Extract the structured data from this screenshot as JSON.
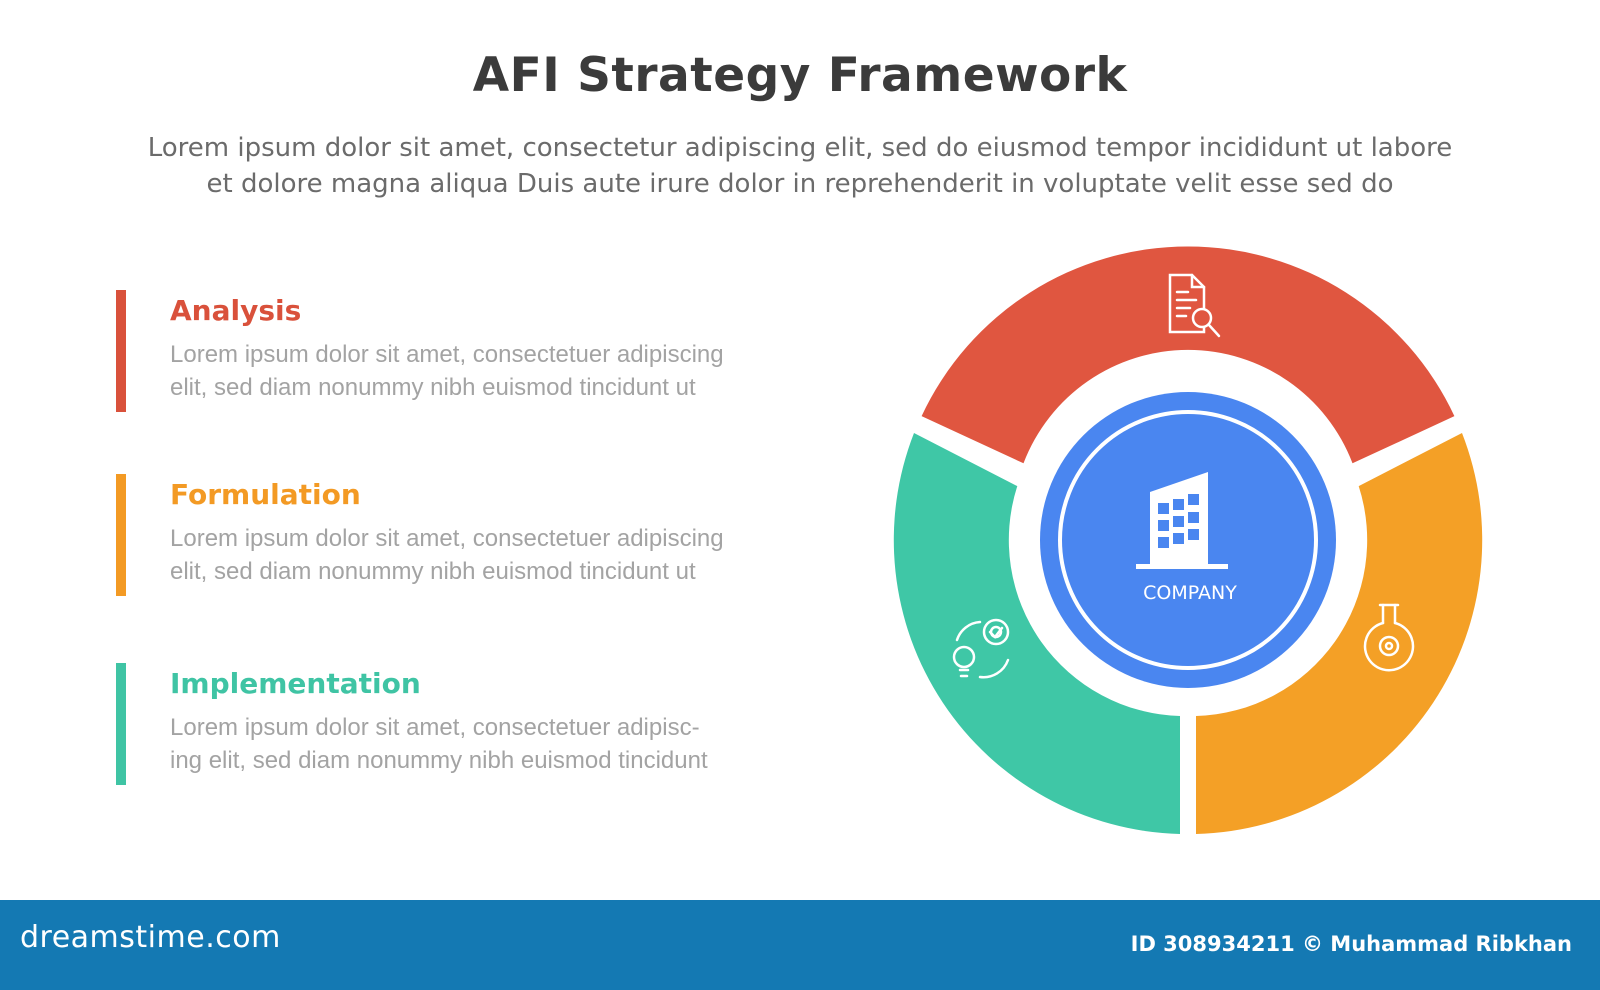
{
  "title": "AFI Strategy Framework",
  "subtitle": {
    "line1": "Lorem ipsum dolor sit amet, consectetur adipiscing elit, sed do eiusmod tempor incididunt ut labore",
    "line2": "et dolore magna aliqua Duis aute irure dolor in reprehenderit in voluptate velit esse sed do"
  },
  "items": [
    {
      "heading": "Analysis",
      "color": "#d9513b",
      "line1": "Lorem ipsum dolor sit amet, consectetuer adipiscing",
      "line2": "elit, sed diam nonummy nibh euismod tincidunt ut"
    },
    {
      "heading": "Formulation",
      "color": "#f39a24",
      "line1": "Lorem ipsum dolor sit amet, consectetuer adipiscing",
      "line2": "elit, sed diam nonummy nibh euismod tincidunt ut"
    },
    {
      "heading": "Implementation",
      "color": "#3fc4a4",
      "line1": "Lorem ipsum dolor sit amet, consectetuer adipisc-",
      "line2": "ing elit, sed diam nonummy nibh euismod tincidunt"
    }
  ],
  "diagram": {
    "center_label": "COMPANY",
    "center_color": "#4a86f0",
    "segments": [
      {
        "name": "analysis",
        "color": "#e05640",
        "icon": "document-search-icon"
      },
      {
        "name": "formulation",
        "color": "#f4a026",
        "icon": "flask-gear-icon"
      },
      {
        "name": "implementation",
        "color": "#3fc7a6",
        "icon": "idea-cycle-icon"
      }
    ]
  },
  "footer": {
    "brand": "dreamstime.com",
    "credit": "ID 308934211 © Muhammad Ribkhan",
    "color": "#1479b3"
  }
}
